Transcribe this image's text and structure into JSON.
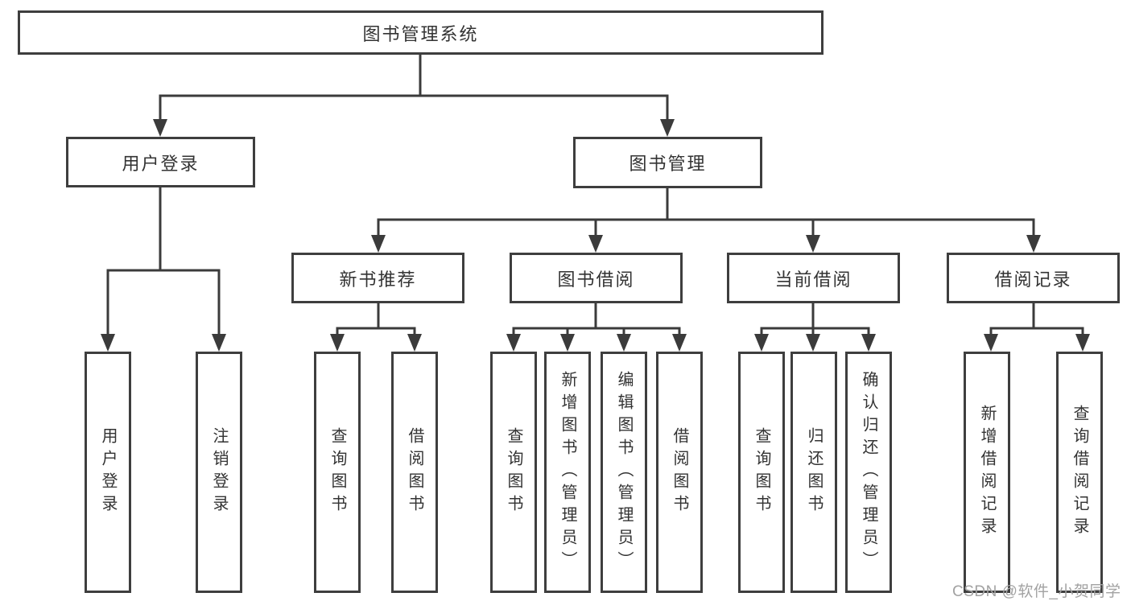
{
  "tree": {
    "label": "图书管理系统",
    "children": [
      {
        "label": "用户登录",
        "children": [
          {
            "label": "用户登录"
          },
          {
            "label": "注销登录"
          }
        ]
      },
      {
        "label": "图书管理",
        "children": [
          {
            "label": "新书推荐",
            "children": [
              {
                "label": "查询图书"
              },
              {
                "label": "借阅图书"
              }
            ]
          },
          {
            "label": "图书借阅",
            "children": [
              {
                "label": "查询图书"
              },
              {
                "label": "新增图书（管理员）"
              },
              {
                "label": "编辑图书（管理员）"
              },
              {
                "label": "借阅图书"
              }
            ]
          },
          {
            "label": "当前借阅",
            "children": [
              {
                "label": "查询图书"
              },
              {
                "label": "归还图书"
              },
              {
                "label": "确认归还（管理员）"
              }
            ]
          },
          {
            "label": "借阅记录",
            "children": [
              {
                "label": "新增借阅记录"
              },
              {
                "label": "查询借阅记录"
              }
            ]
          }
        ]
      }
    ]
  },
  "watermark": "CSDN @软件_小贺同学",
  "colors": {
    "line": "#3b3b3b",
    "border": "#3e3e3e",
    "text": "#333333",
    "watermark_text": "#a2a2a2",
    "background": "#ffffff"
  }
}
